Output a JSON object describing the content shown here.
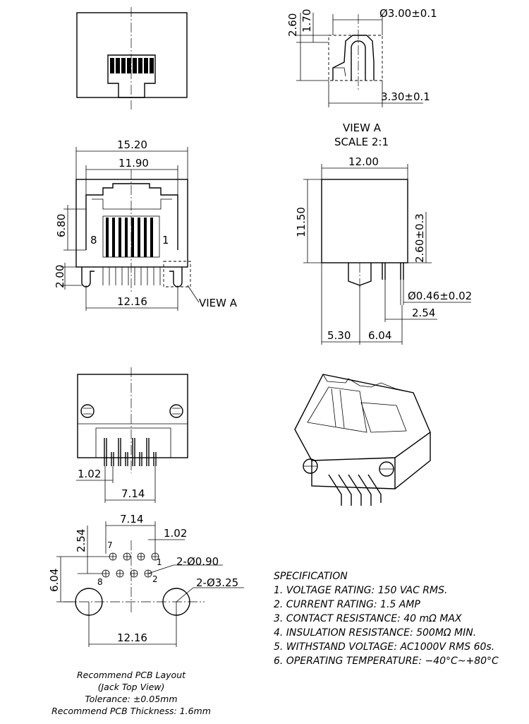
{
  "view_a": {
    "dim_diameter": "Ø3.00±0.1",
    "dim_height_1": "2.60",
    "dim_height_2": "1.70",
    "dim_width": "3.30±0.1",
    "title": "VIEW A",
    "scale": "SCALE 2:1"
  },
  "front_view": {
    "dim_overall_width": "15.20",
    "dim_opening_width": "11.90",
    "dim_height": "6.80",
    "dim_base": "2.00",
    "dim_pin_span": "12.16",
    "pin_left_label": "8",
    "pin_right_label": "1",
    "view_a_callout": "VIEW A"
  },
  "side_view": {
    "dim_depth": "12.00",
    "dim_height": "11.50",
    "dim_pin_offset": "2.60±0.3",
    "dim_pin_diameter": "Ø0.46±0.02",
    "dim_pin_pitch": "2.54",
    "dim_peg_position": "5.30",
    "dim_row_spacing": "6.04"
  },
  "rear_view": {
    "dim_pitch": "1.02",
    "dim_span": "7.14"
  },
  "pcb_layout": {
    "dim_span_top": "7.14",
    "dim_pitch": "1.02",
    "dim_row_offset": "2.54",
    "dim_row_to_hole": "6.04",
    "hole_callout_small": "2-Ø0.90",
    "hole_callout_large": "2-Ø3.25",
    "dim_hole_span": "12.16",
    "pin_7": "7",
    "pin_1": "1",
    "pin_8": "8",
    "pin_2": "2"
  },
  "specification": {
    "heading": "SPECIFICATION",
    "items": [
      "1. VOLTAGE RATING: 150 VAC RMS.",
      "2. CURRENT RATING: 1.5 AMP",
      "3. CONTACT RESISTANCE: 40 mΩ MAX",
      "4. INSULATION RESISTANCE: 500MΩ MIN.",
      "5. WITHSTAND VOLTAGE: AC1000V RMS 60s.",
      "6. OPERATING TEMPERATURE: −40°C~+80°C"
    ]
  },
  "pcb_note": {
    "line1": "Recommend PCB Layout",
    "line2": "(Jack Top View)",
    "line3": "Tolerance: ±0.05mm",
    "line4": "Recommend PCB Thickness: 1.6mm"
  }
}
